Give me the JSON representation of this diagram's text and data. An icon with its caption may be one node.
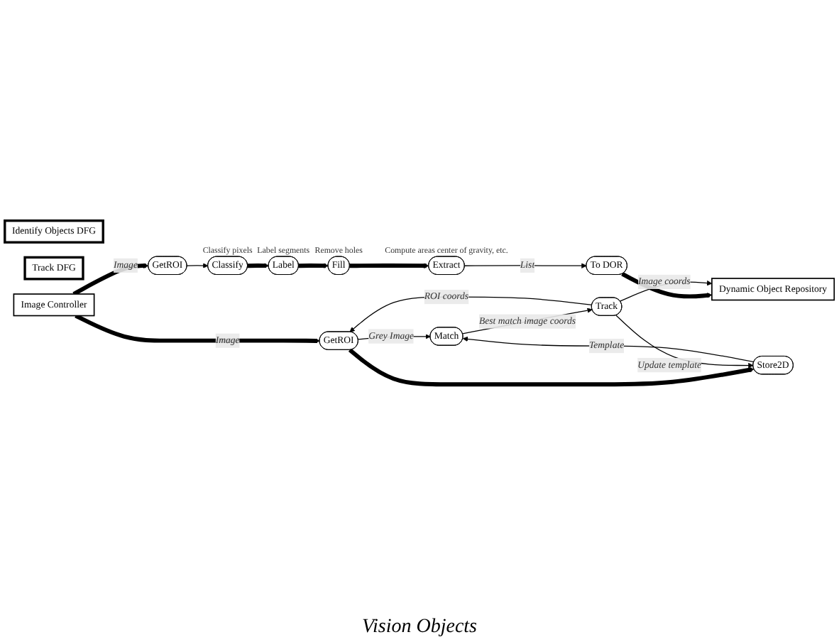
{
  "diagram": {
    "nodes": [
      {
        "text": [
          "Identify Objects DFG"
        ]
      },
      {
        "text": [
          "GetROI"
        ]
      },
      {
        "text": [
          "Classify"
        ],
        "beside": [
          "Classify pixels"
        ]
      },
      {
        "text": [
          "Label"
        ],
        "beside": [
          "Label segments"
        ]
      },
      {
        "text": [
          "Fill"
        ],
        "beside": [
          "Remove holes"
        ]
      },
      {
        "text": [
          "Extract"
        ],
        "beside": [
          "Compute areas center of gravity, etc."
        ]
      },
      {
        "text": [
          "To DOR"
        ]
      },
      {
        "text": [
          "Track DFG"
        ]
      },
      {
        "text": [
          "GetROI"
        ]
      },
      {
        "text": [
          "Match"
        ]
      },
      {
        "text": [
          "Store2D"
        ]
      },
      {
        "text": [
          "Track"
        ]
      },
      {
        "text": [
          "Image Controller"
        ]
      },
      {
        "text": [
          "Dynamic Object Repository"
        ]
      }
    ],
    "edges": [
      {
        "from": 12,
        "to": 1,
        "arrow": "to",
        "label": "Image",
        "style": "thick"
      },
      {
        "from": 1,
        "to": 2,
        "arrow": "to"
      },
      {
        "from": 2,
        "to": 3,
        "arrow": "to",
        "style": "thick"
      },
      {
        "from": 3,
        "to": 4,
        "arrow": "to",
        "style": "thick"
      },
      {
        "from": 4,
        "to": 5,
        "arrow": "to",
        "style": "thick"
      },
      {
        "from": 5,
        "to": 6,
        "arrow": "to",
        "label": "List"
      },
      {
        "from": 6,
        "to": 13,
        "arrow": "to",
        "style": "thick"
      },
      {
        "from": 12,
        "to": 8,
        "arrow": "to",
        "label": "Image",
        "style": "thick"
      },
      {
        "from": 8,
        "to": 9,
        "arrow": "to",
        "label": "Grey Image"
      },
      {
        "from": 8,
        "to": 10,
        "arrow": "to",
        "style": "thick"
      },
      {
        "from": 10,
        "to": 9,
        "arrow": "to",
        "label": "Template"
      },
      {
        "from": 9,
        "to": 11,
        "arrow": "to",
        "label": "Best match image coords"
      },
      {
        "from": 11,
        "to": 10,
        "arrow": "to",
        "label": "Update template"
      },
      {
        "from": 11,
        "to": 8,
        "arrow": "to",
        "label": "ROI coords"
      },
      {
        "from": 11,
        "to": 13,
        "arrow": "to",
        "label": "Image coords"
      }
    ],
    "labels": [
      "Vision Objects"
    ]
  }
}
